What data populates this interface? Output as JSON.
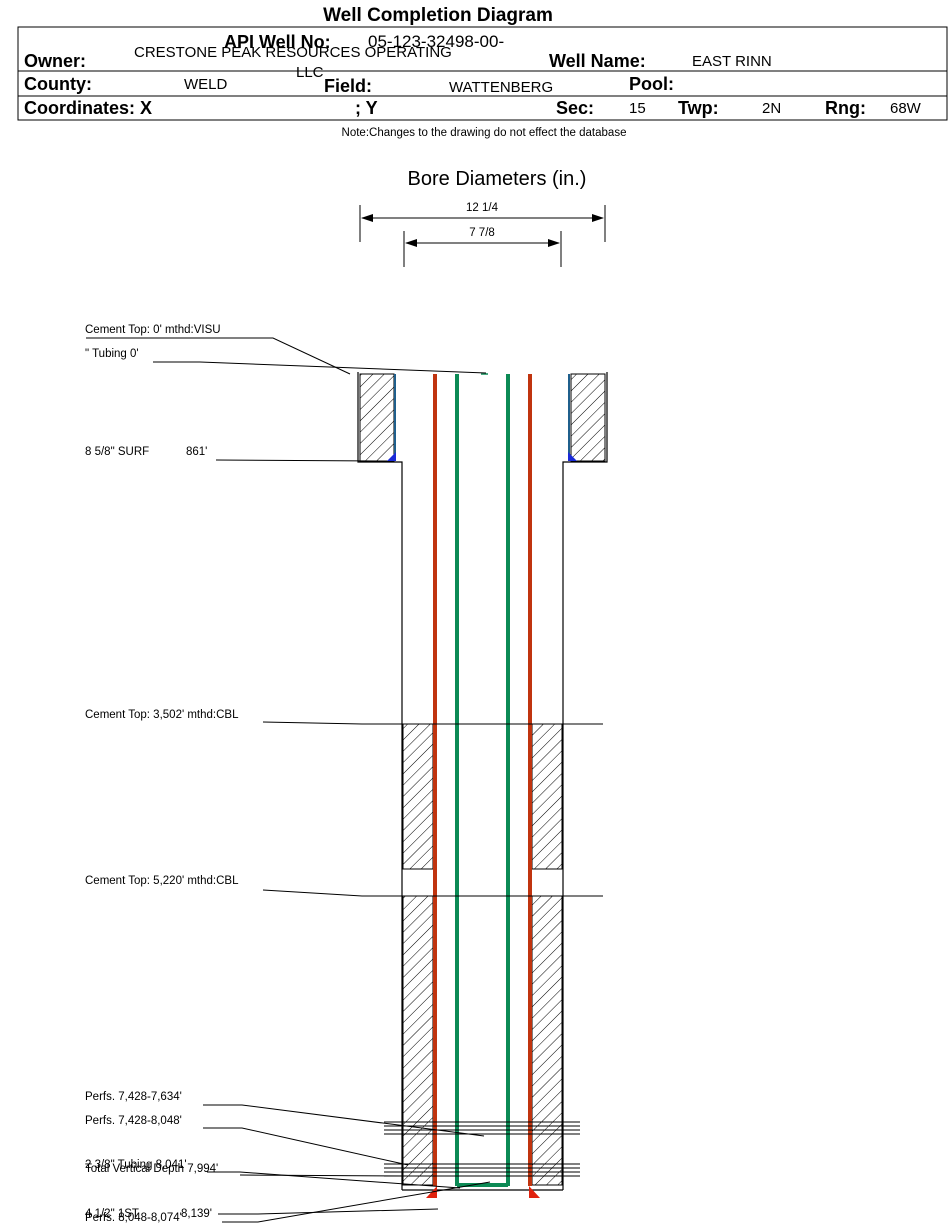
{
  "header": {
    "title": "Well Completion Diagram",
    "api_label": "API Well No:",
    "api_value": "05-123-32498-00-",
    "owner_label": "Owner:",
    "owner_value_1": "CRESTONE PEAK RESOURCES OPERATING",
    "owner_value_2": "LLC",
    "well_name_label": "Well Name:",
    "well_name_value": "EAST RINN",
    "county_label": "County:",
    "county_value": "WELD",
    "field_label": "Field:",
    "field_value": "WATTENBERG",
    "pool_label": "Pool:",
    "coord_x_label": "Coordinates: X",
    "coord_y_label": "; Y",
    "sec_label": "Sec:",
    "sec_value": "15",
    "twp_label": "Twp:",
    "twp_value": "2N",
    "rng_label": "Rng:",
    "rng_value": "68W",
    "note": "Note:Changes to the drawing do not effect the database"
  },
  "bore": {
    "title": "Bore Diameters (in.)",
    "outer": "12 1/4",
    "inner": "7 7/8"
  },
  "annotations": {
    "cement_top_0": "Cement Top: 0' mthd:VISU",
    "tubing_0": "\" Tubing 0'",
    "surf_casing": "8 5/8\" SURF",
    "surf_depth": "861'",
    "cement_top_3502": "Cement Top: 3,502' mthd:CBL",
    "cement_top_5220": "Cement Top: 5,220' mthd:CBL",
    "perfs_1": "Perfs. 7,428-7,634'",
    "perfs_2": "Perfs. 7,428-8,048'",
    "tubing_bottom": "2 3/8\" Tubing 8,041'",
    "total_vertical_depth": "Total Vertical Depth 7,994'",
    "prod_casing": "4 1/2\" 1ST",
    "prod_depth": "8,139'",
    "perfs_3": "Perfs. 8,048-8,074'"
  },
  "colors": {
    "casing": "#c0340f",
    "tubing": "#0c8a55",
    "surface_pipe": "#1f5f8c",
    "shoe": "#1a2ad8",
    "perf_marker": "#e0220e"
  }
}
